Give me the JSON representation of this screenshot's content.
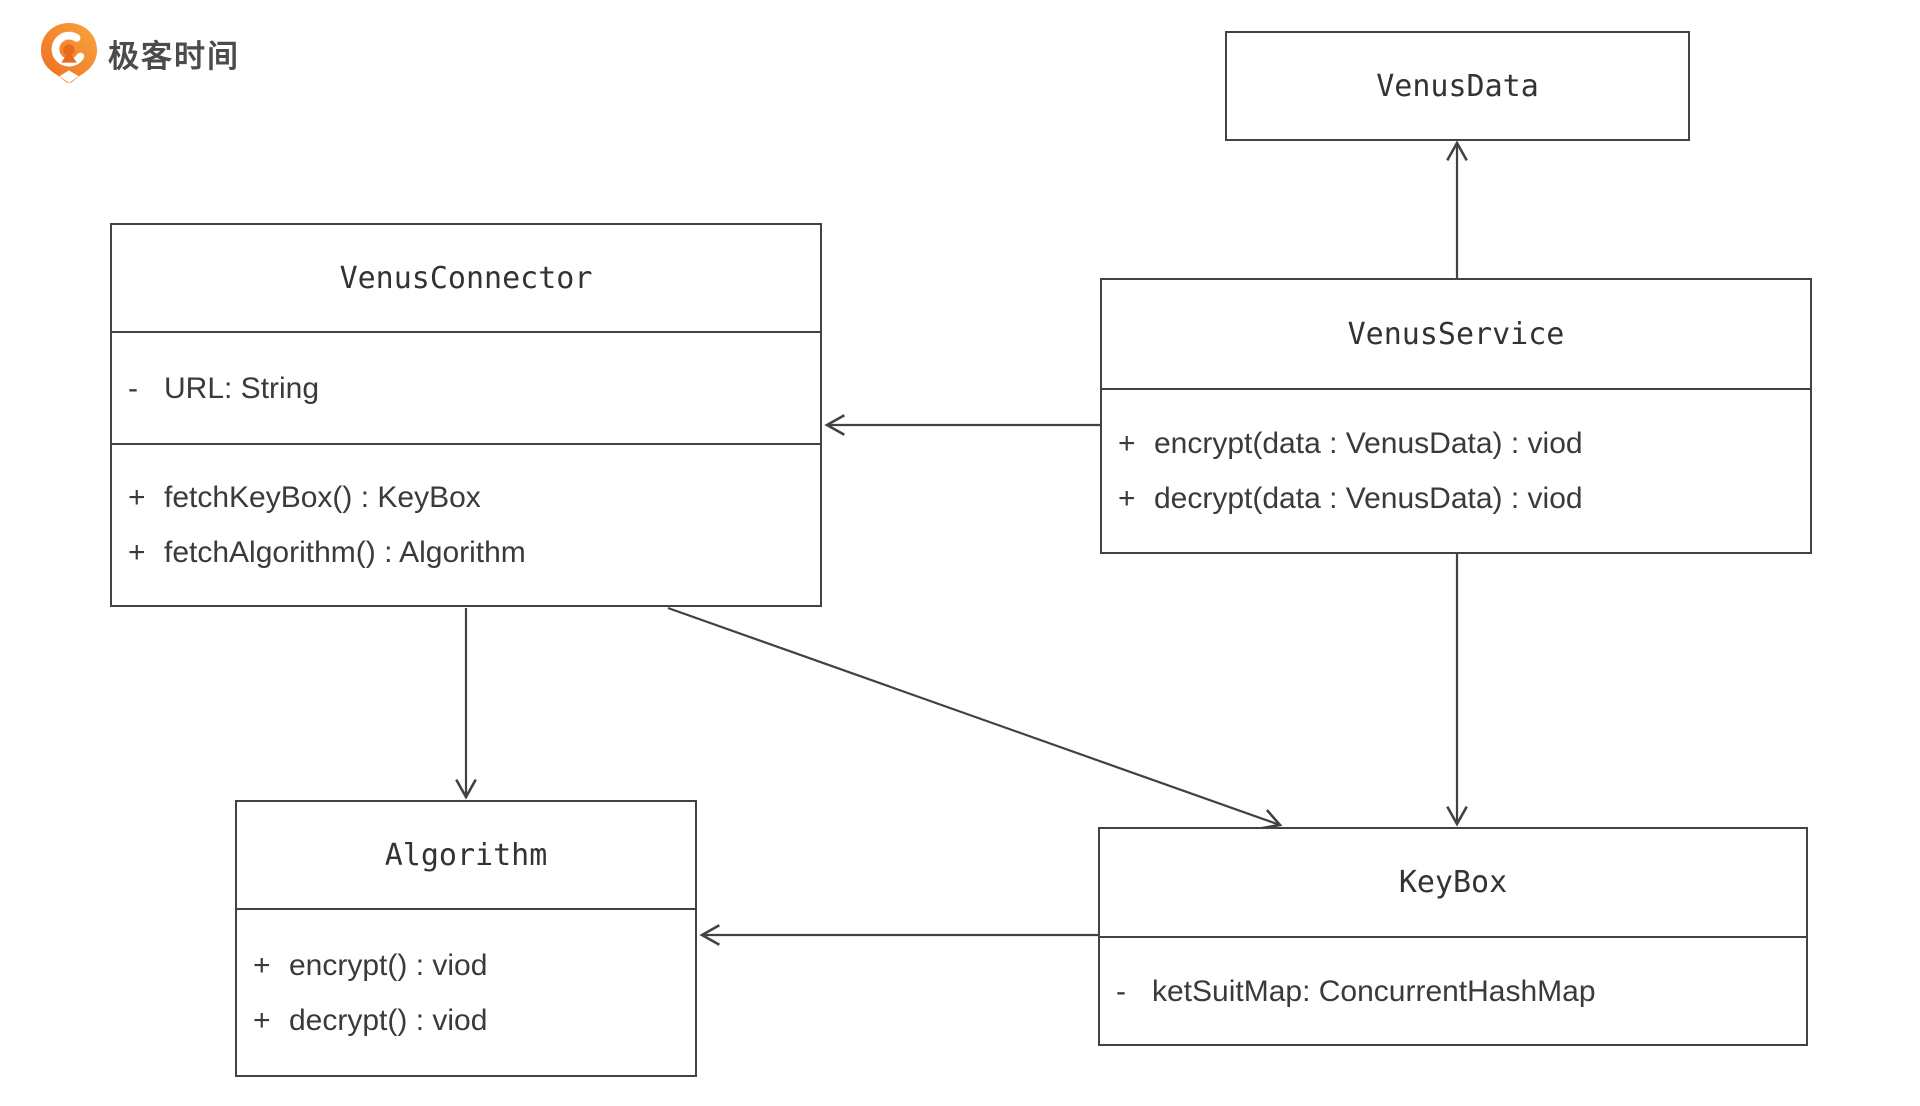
{
  "logo": {
    "icon": "geektime-logo-icon",
    "text": "极客时间"
  },
  "palette": {
    "background": "#ffffff",
    "line": "#424242",
    "text": "#333333",
    "logo_orange_light": "#f9a63d",
    "logo_orange_dark": "#ec6c21",
    "logo_text_gray": "#4b4b4b"
  },
  "diagram": {
    "classes": {
      "venusData": {
        "title": "VenusData"
      },
      "venusConnector": {
        "title": "VenusConnector",
        "attributes": [
          {
            "sign": "-",
            "text": "URL: String"
          }
        ],
        "methods": [
          {
            "sign": "+",
            "text": "fetchKeyBox() : KeyBox"
          },
          {
            "sign": "+",
            "text": "fetchAlgorithm() : Algorithm"
          }
        ]
      },
      "venusService": {
        "title": "VenusService",
        "methods": [
          {
            "sign": "+",
            "text": "encrypt(data : VenusData) : viod"
          },
          {
            "sign": "+",
            "text": "decrypt(data : VenusData) : viod"
          }
        ]
      },
      "algorithm": {
        "title": "Algorithm",
        "methods": [
          {
            "sign": "+",
            "text": "encrypt() : viod"
          },
          {
            "sign": "+",
            "text": "decrypt() : viod"
          }
        ]
      },
      "keyBox": {
        "title": "KeyBox",
        "attributes": [
          {
            "sign": "-",
            "text": "ketSuitMap: ConcurrentHashMap"
          }
        ]
      }
    },
    "relations": [
      {
        "from": "VenusService",
        "to": "VenusData",
        "type": "open-arrow"
      },
      {
        "from": "VenusService",
        "to": "VenusConnector",
        "type": "open-arrow"
      },
      {
        "from": "VenusConnector",
        "to": "Algorithm",
        "type": "open-arrow"
      },
      {
        "from": "VenusConnector",
        "to": "KeyBox",
        "type": "open-arrow"
      },
      {
        "from": "VenusService",
        "to": "KeyBox",
        "type": "open-arrow"
      },
      {
        "from": "KeyBox",
        "to": "Algorithm",
        "type": "open-arrow"
      }
    ]
  }
}
